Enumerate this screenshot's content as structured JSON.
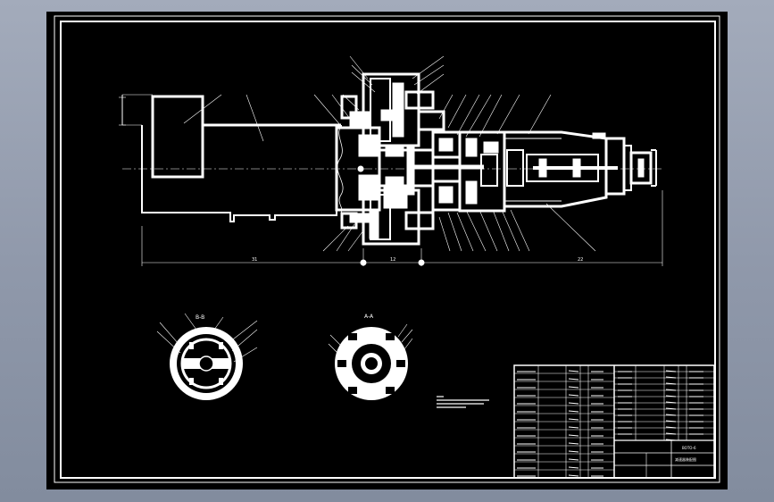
{
  "drawing": {
    "section_labels": {
      "left": "B-B",
      "right": "A-A"
    },
    "overall_dims": {
      "left": "31",
      "middle": "12",
      "right": "22"
    },
    "title_block": {
      "name": "BOTO-6",
      "designation": "减速器装配图"
    },
    "colors": {
      "viewport": "#000000",
      "lines": "#ffffff",
      "frame_bg": "#8c96a8"
    }
  }
}
